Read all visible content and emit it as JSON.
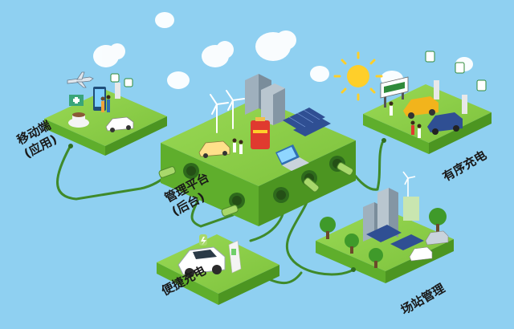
{
  "colors": {
    "sky": "#8fd0f1",
    "grass_top": "#8fd14a",
    "grass_side_left": "#5fae2c",
    "grass_side_right": "#4c9521",
    "cable": "#3f8a2a",
    "plug": "#a8d86b",
    "sun": "#ffcf2a"
  },
  "labels": {
    "mobile": "移动端",
    "mobile_sub": "(应用)",
    "platform": "管理平台",
    "platform_sub": "(后台)",
    "ordered": "有序充电",
    "station": "场站管理",
    "convenient": "便捷充电"
  },
  "icons": [
    "airplane-icon",
    "cup-icon",
    "phone-icon",
    "car-icon",
    "sun-icon",
    "cloud-icon",
    "wind-turbine-icon",
    "solar-panel-icon",
    "battery-icon",
    "laptop-icon",
    "charger-icon",
    "tree-icon",
    "building-icon",
    "billboard-icon"
  ]
}
